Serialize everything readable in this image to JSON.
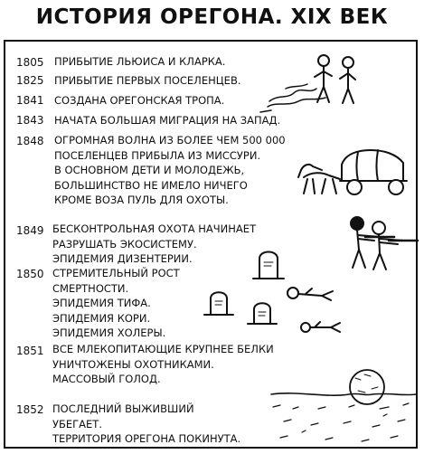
{
  "title": "ИСТОРИЯ ОРЕГОНА. XIX ВЕК",
  "entries": [
    {
      "year": "1805",
      "text": "ПРИБЫТИЕ ЛЬЮИСА И КЛАРКА."
    },
    {
      "year": "1825",
      "text": "ПРИБЫТИЕ ПЕРВЫХ ПОСЕЛЕНЦЕВ."
    },
    {
      "year": "1841",
      "text": "СОЗДАНА ОРЕГОНСКАЯ ТРОПА."
    },
    {
      "year": "1843",
      "text": "НАЧАТА БОЛЬШАЯ МИГРАЦИЯ НА ЗАПАД."
    },
    {
      "year": "1848",
      "text": "ОГРОМНАЯ ВОЛНА ИЗ БОЛЕЕ ЧЕМ 500 000\nПОСЕЛЕНЦЕВ ПРИБЫЛА ИЗ МИССУРИ.\nВ ОСНОВНОМ ДЕТИ И МОЛОДЕЖЬ,\nБОЛЬШИНСТВО НЕ ИМЕЛО НИЧЕГО\nКРОМЕ ВОЗА ПУЛЬ ДЛЯ ОХОТЫ."
    },
    {
      "year": "1849",
      "text": "БЕСКОНТРОЛЬНАЯ ОХОТА НАЧИНАЕТ\nРАЗРУШАТЬ ЭКОСИСТЕМУ.\nЭПИДЕМИЯ ДИЗЕНТЕРИИ."
    },
    {
      "year": "1850",
      "text": "СТРЕМИТЕЛЬНЫЙ РОСТ\nСМЕРТНОСТИ.\nЭПИДЕМИЯ ТИФА.\nЭПИДЕМИЯ КОРИ.\nЭПИДЕМИЯ ХОЛЕРЫ."
    },
    {
      "year": "1851",
      "text": "ВСЕ МЛЕКОПИТАЮЩИЕ КРУПНЕЕ БЕЛКИ\nУНИЧТОЖЕНЫ ОХОТНИКАМИ.\nМАССОВЫЙ ГОЛОД."
    },
    {
      "year": "1852",
      "text": "ПОСЛЕДНИЙ ВЫЖИВШИЙ\nУБЕГАЕТ.\nТЕРРИТОРИЯ ОРЕГОНА ПОКИНУТА."
    }
  ]
}
